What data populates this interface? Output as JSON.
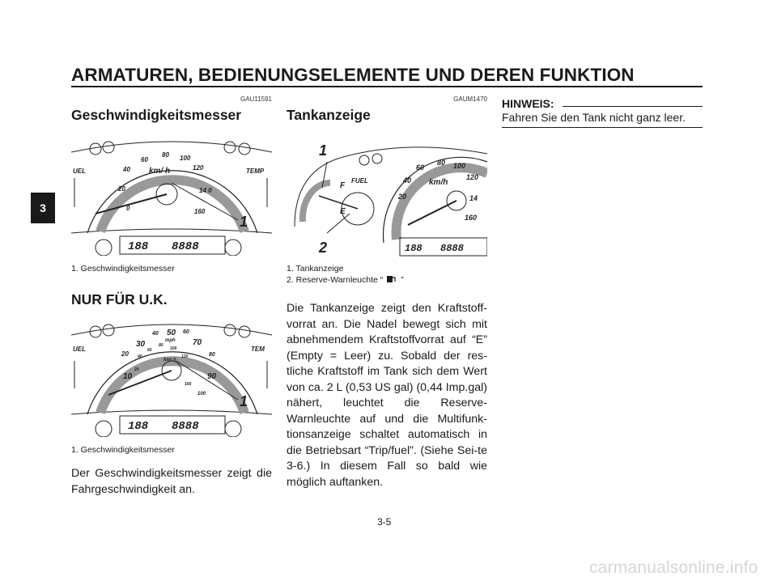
{
  "header": {
    "title": "ARMATUREN, BEDIENUNGSELEMENTE UND DEREN FUNKTION",
    "chapter": "3"
  },
  "col1": {
    "code": "GAU11591",
    "heading": "Geschwindigkeitsmesser",
    "fig1": {
      "left_label": "UEL",
      "right_label": "TEMP",
      "unit": "km/ h",
      "callout": "1",
      "ticks": [
        "0",
        "20",
        "40",
        "60",
        "80",
        "100",
        "120",
        "14 0",
        "160"
      ],
      "lcd_left": "188",
      "lcd_right": "8888"
    },
    "caption1": "1. Geschwindigkeitsmesser",
    "uk_heading": "NUR FÜR U.K.",
    "fig2": {
      "left_label": "UEL",
      "right_label": "TEM",
      "unit_outer": "mph",
      "unit_inner": "km/ h",
      "callout": "1",
      "outer_ticks": [
        "10",
        "20",
        "30",
        "40",
        "50",
        "60",
        "70",
        "80",
        "90",
        "100"
      ],
      "inner_ticks": [
        "20",
        "40",
        "60",
        "80",
        "100",
        "120",
        "160"
      ],
      "lcd_left": "188",
      "lcd_right": "8888"
    },
    "caption2": "1. Geschwindigkeitsmesser",
    "body": "Der Geschwindigkeitsmesser zeigt die Fahrgeschwindigkeit an."
  },
  "col2": {
    "code": "GAUM1470",
    "heading": "Tankanzeige",
    "fig3": {
      "fuel_label": "FUEL",
      "full_mark": "F",
      "empty_mark": "E",
      "unit": "km/h",
      "callout1": "1",
      "callout2": "2",
      "ticks": [
        "20",
        "40",
        "60",
        "80",
        "100",
        "120",
        "14",
        "160"
      ],
      "lcd_left": "188",
      "lcd_right": "8888"
    },
    "caption1": "1. Tankanzeige",
    "caption2_pre": "2. Reserve-Warnleuchte “",
    "caption2_post": "”",
    "body": "Die Tankanzeige zeigt den Kraftstoff-vorrat an. Die Nadel bewegt sich mit abnehmendem Kraftstoffvorrat auf “E” (Empty = Leer) zu. Sobald der res-tliche Kraftstoff im Tank sich dem Wert von ca. 2 L (0,53 US gal) (0,44 Imp.gal) nähert, leuchtet die Reserve-Warnleuchte auf und die Multifunk-tionsanzeige schaltet automatisch in die Betriebsart “Trip/fuel”. (Siehe Sei-te 3-6.) In diesem Fall so bald wie möglich auftanken."
  },
  "col3": {
    "note_title": "HINWEIS:",
    "note_text": "Fahren Sie den Tank nicht ganz leer."
  },
  "footer": {
    "page_number": "3-5",
    "watermark": "carmanualsonline.info"
  }
}
